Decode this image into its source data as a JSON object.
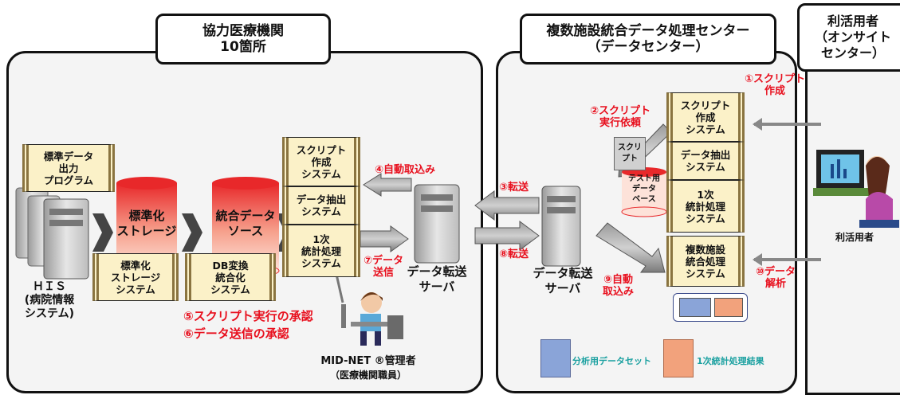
{
  "regions": {
    "hospital": {
      "title_line1": "協力医療機関",
      "title_line2": "10箇所"
    },
    "center": {
      "title_line1": "複数施設統合データ処理センター",
      "title_line2": "（データセンター）"
    },
    "user": {
      "title_line1": "利活用者",
      "title_line2": "（オンサイト",
      "title_line3": "センター）"
    }
  },
  "hospital": {
    "his_output_module": "標準データ\n出力\nプログラム",
    "his_label": "ＨＩＳ\n(病院情報\nシステム)",
    "storage_cylinder": "標準化\nストレージ",
    "storage_system_module": "標準化\nストレージ\nシステム",
    "integrated_cylinder": "統合データ\nソース",
    "db_conversion_module": "DB変換\n統合化\nシステム",
    "modules": [
      "スクリプト\n作成\nシステム",
      "データ抽出\nシステム",
      "1次\n統計処理\nシステム"
    ],
    "transfer_server_label": "データ転送\nサーバ",
    "admin_name": "MID-NET ®管理者",
    "admin_affiliation": "（医療機関職員）"
  },
  "center": {
    "modules": [
      "スクリプト\n作成\nシステム",
      "データ抽出\nシステム",
      "1次\n統計処理\nシステム"
    ],
    "multi_facility_module": "複数施設\n統合処理\nシステム",
    "script_doc": "スクリ\nプト",
    "test_db": "テスト用\nデータ\nベース",
    "transfer_server_label": "データ転送\nサーバ"
  },
  "user": {
    "person_label": "利活用者"
  },
  "steps": {
    "s1": "①スクリプト\n作成",
    "s2": "②スクリプト\n実行依頼",
    "s3": "③転送",
    "s4": "④自動取込み",
    "s5": "⑤スクリプト実行の承認",
    "s6": "⑥データ送信の承認",
    "s7": "⑦データ\n送信",
    "s8": "⑧転送",
    "s9": "⑨自動\n取込み",
    "s10": "⑩データ\n解析"
  },
  "legend": {
    "dataset": "分析用データセット",
    "result": "1次統計処理結果"
  },
  "colors": {
    "step_red": "#e8101e",
    "module_fill": "#fbf1c8",
    "dataset_blue": "#8aa4d8",
    "result_orange": "#f2a27c",
    "legend_text_teal": "#1aa0a0",
    "cylinder_red": "#e8282a"
  }
}
